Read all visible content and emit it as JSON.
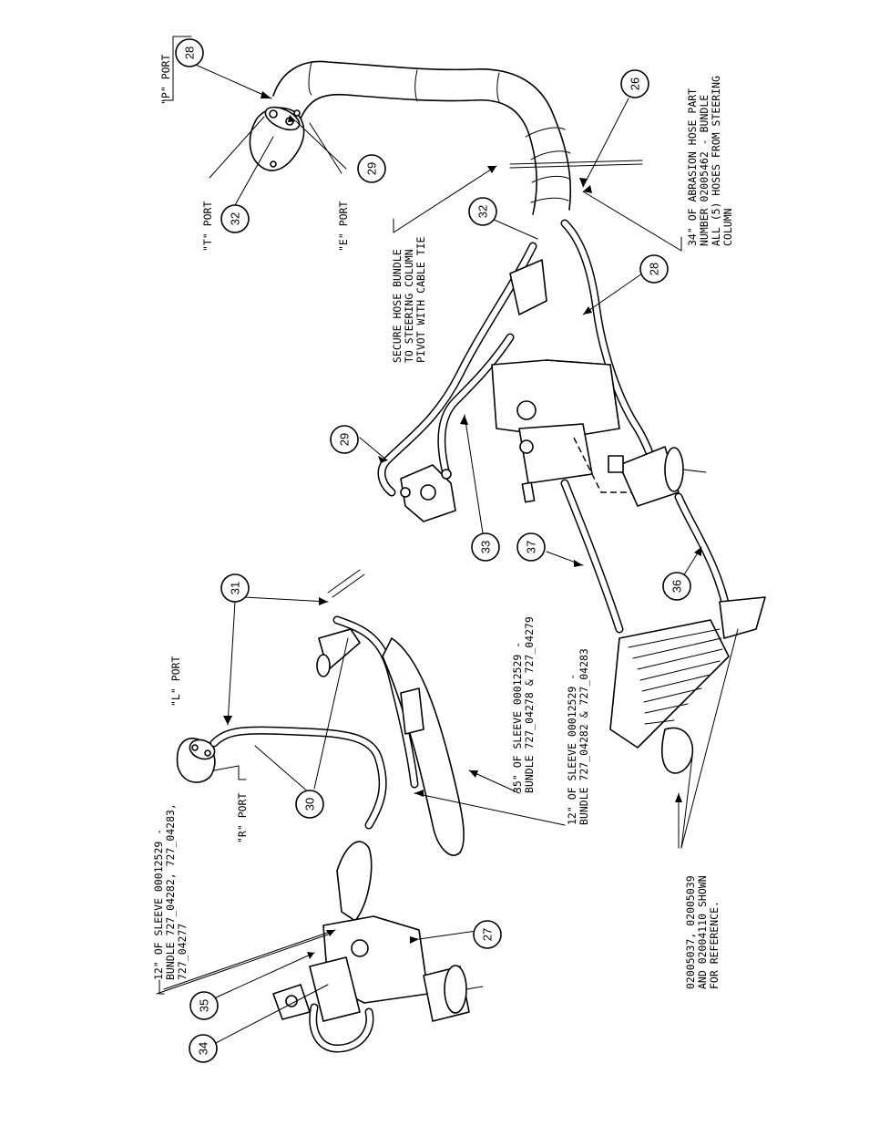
{
  "callouts": [
    {
      "num": "28",
      "tip": "callout-28-top"
    },
    {
      "num": "29",
      "tip": "callout-29-top"
    },
    {
      "num": "32",
      "tip": "callout-32-top"
    },
    {
      "num": "26",
      "tip": "callout-26"
    },
    {
      "num": "32",
      "tip": "callout-32-mid"
    },
    {
      "num": "28",
      "tip": "callout-28-mid"
    },
    {
      "num": "29",
      "tip": "callout-29-mid"
    },
    {
      "num": "33",
      "tip": "callout-33"
    },
    {
      "num": "37",
      "tip": "callout-37"
    },
    {
      "num": "36",
      "tip": "callout-36"
    },
    {
      "num": "31",
      "tip": "callout-31"
    },
    {
      "num": "30",
      "tip": "callout-30"
    },
    {
      "num": "27",
      "tip": "callout-27"
    },
    {
      "num": "35",
      "tip": "callout-35"
    },
    {
      "num": "34",
      "tip": "callout-34"
    }
  ],
  "labels": {
    "p_port": "\"P\" PORT",
    "t_port": "\"T\" PORT",
    "e_port": "\"E\" PORT",
    "l_port": "\"L\" PORT",
    "r_port": "\"R\" PORT",
    "secure_1": "SECURE HOSE BUNDLE",
    "secure_2": "TO STEERING COLUMN",
    "secure_3": "PIVOT WITH CABLE TIE",
    "abrasion_1": "34\" OF ABRASION HOSE PART",
    "abrasion_2": "NUMBER 02005462 - BUNDLE",
    "abrasion_3": "ALL (5) HOSES FROM STEERING",
    "abrasion_4": "COLUMN",
    "sleeve35_1": "35\" OF SLEEVE 00012529 -",
    "sleeve35_2": "BUNDLE 727_04278 & 727_04279",
    "sleeve12b_1": "12\" OF SLEEVE 00012529 -",
    "sleeve12b_2": "BUNDLE 727_04282 & 727_04283",
    "sleeve12a_1": "12\" OF SLEEVE 00012529 -",
    "sleeve12a_2": "BUNDLE 727_04282, 727_04283,",
    "sleeve12a_3": "727_04277",
    "ref_1": "02005037, 02005039",
    "ref_2": "AND 02004110 SHOWN",
    "ref_3": "FOR REFERENCE."
  }
}
